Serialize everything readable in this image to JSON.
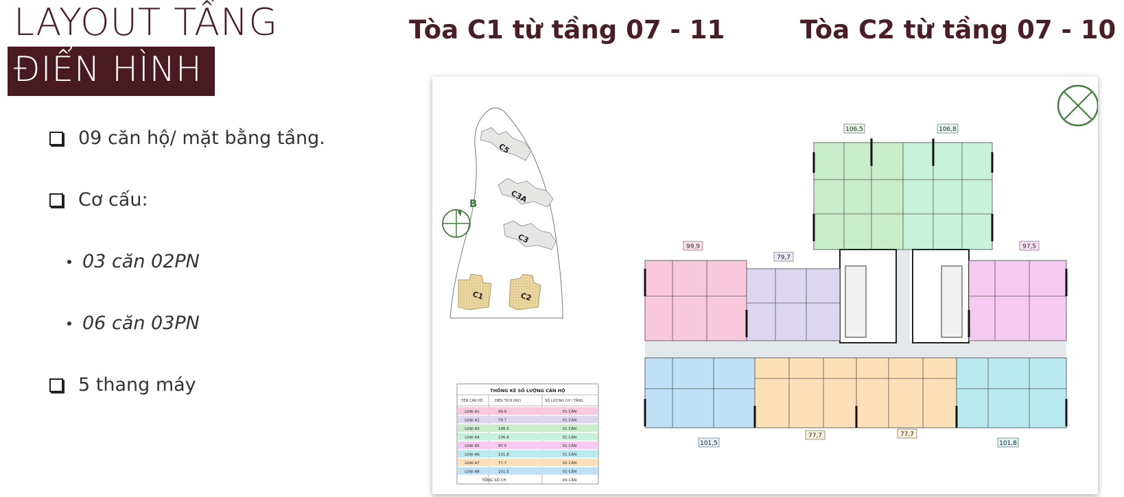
{
  "heading": {
    "line1": "LAYOUT TẦNG",
    "line2": "ĐIỂN HÌNH"
  },
  "buildings": {
    "c1": "Tòa C1 từ tầng 07 - 11",
    "c2": "Tòa C2 từ tầng 07 - 10"
  },
  "bullets": {
    "apartments": "09 căn hộ/ mặt bằng tầng.",
    "structure": "Cơ cấu:",
    "sub1": "03 căn 02PN",
    "sub2": "06 căn 03PN",
    "elevators": "5 thang máy"
  },
  "site_map": {
    "north_label": "B",
    "buildings": [
      "C5",
      "C3A",
      "C3",
      "C1",
      "C2"
    ]
  },
  "area_labels": {
    "top_left": "106,5",
    "top_right": "106,8",
    "left_pink": "99,9",
    "purple": "79,7",
    "right_pink": "97,5",
    "bottom_left_blue": "101,5",
    "bottom_orange_left": "77,7",
    "bottom_orange_right": "77,7",
    "bottom_right_blue": "101,8"
  },
  "stats_table": {
    "title": "THỐNG KÊ SỐ LƯỢNG CĂN HỘ",
    "headers": [
      "TÊN CĂN HỘ",
      "DIỆN TÍCH (M2)",
      "SỐ LƯỢNG CH \\ TẦNG"
    ],
    "rows": [
      {
        "name": "LOẠI A1",
        "area": "99.9",
        "qty": "01 CĂN",
        "color": "#f9c8dc"
      },
      {
        "name": "LOẠI A2",
        "area": "79.7",
        "qty": "01 CĂN",
        "color": "#ddd6f0"
      },
      {
        "name": "LOẠI A3",
        "area": "106.5",
        "qty": "01 CĂN",
        "color": "#c9ecc9"
      },
      {
        "name": "LOẠI A4",
        "area": "106.8",
        "qty": "01 CĂN",
        "color": "#c9f2dc"
      },
      {
        "name": "LOẠI A5",
        "area": "97.5",
        "qty": "01 CĂN",
        "color": "#f6c9f0"
      },
      {
        "name": "LOẠI A6",
        "area": "101.8",
        "qty": "01 CĂN",
        "color": "#b8eaf0"
      },
      {
        "name": "LOẠI A7",
        "area": "77.7",
        "qty": "02 CĂN",
        "color": "#fbe0b8"
      },
      {
        "name": "LOẠI A8",
        "area": "101.5",
        "qty": "01 CĂN",
        "color": "#bfe0f5"
      }
    ],
    "total_label": "TỔNG SỐ CH",
    "total_value": "09 CĂN"
  },
  "colors": {
    "brand": "#4a1a23",
    "pink": "#f9c8dc",
    "purple": "#ddd6f0",
    "green": "#c9ecc9",
    "mint": "#c9f2dc",
    "magenta": "#f6c9f0",
    "cyan": "#b8eaf0",
    "orange": "#fbe0b8",
    "blue": "#bfe0f5",
    "corridor": "#e3e8ea",
    "compass": "#3e7d3a"
  }
}
